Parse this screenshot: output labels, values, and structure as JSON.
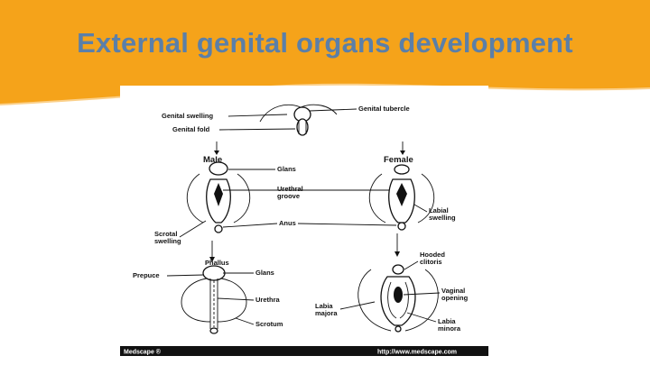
{
  "slide": {
    "title": "External genital organs development",
    "accent_color": "#f5a31a",
    "title_color": "#5b7fa8"
  },
  "figure": {
    "labels": {
      "genital_swelling": "Genital swelling",
      "genital_fold": "Genital fold",
      "genital_tubercle": "Genital tubercle",
      "male": "Male",
      "female": "Female",
      "glans": "Glans",
      "urethral": "Urethral",
      "groove": "groove",
      "anus": "Anus",
      "labial": "Labial",
      "swelling": "swelling",
      "scrotal": "Scrotal",
      "scrotal_swelling": "swelling",
      "phallus": "Phallus",
      "prepuce": "Prepuce",
      "glans_lower": "Glans",
      "urethra": "Urethra",
      "scrotum": "Scrotum",
      "hooded": "Hooded",
      "clitoris": "clitoris",
      "vaginal": "Vaginal",
      "opening": "opening",
      "labia_majora_1": "Labia",
      "labia_majora_2": "majora",
      "labia_minora_1": "Labia",
      "labia_minora_2": "minora"
    },
    "footer": {
      "source": "Medscape ®",
      "url": "http://www.medscape.com"
    }
  }
}
